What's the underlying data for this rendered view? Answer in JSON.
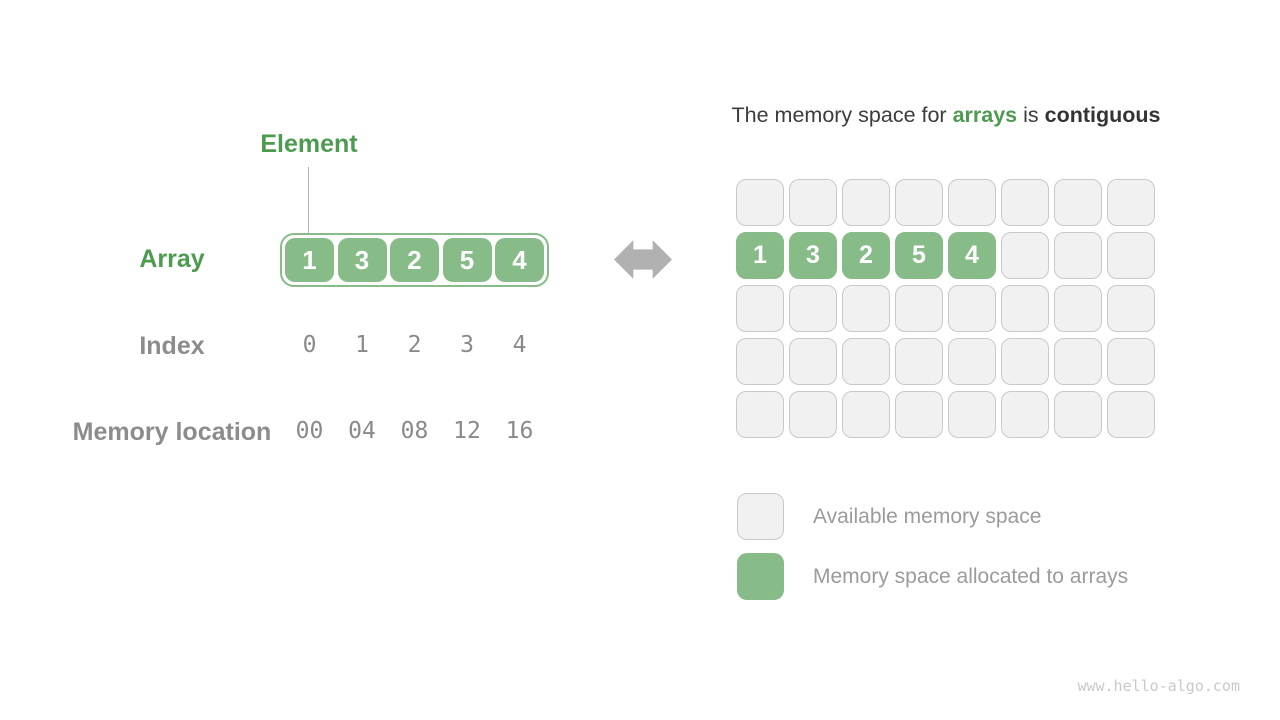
{
  "left_diagram": {
    "element_label": "Element",
    "array_label": "Array",
    "array_values": [
      "1",
      "3",
      "2",
      "5",
      "4"
    ],
    "index_label": "Index",
    "index_values": [
      "0",
      "1",
      "2",
      "3",
      "4"
    ],
    "memory_label": "Memory location",
    "memory_values": [
      "00",
      "04",
      "08",
      "12",
      "16"
    ]
  },
  "right_diagram": {
    "title": {
      "prefix": "The memory space for ",
      "highlight_green": "arrays",
      "middle": " is ",
      "highlight_bold": "contiguous"
    },
    "grid": {
      "columns": 8,
      "rows": 5,
      "allocated_row": 1,
      "allocated_values": [
        "1",
        "3",
        "2",
        "5",
        "4"
      ]
    },
    "legend": [
      {
        "swatch": "available",
        "label": "Available memory space"
      },
      {
        "swatch": "allocated",
        "label": "Memory space allocated to arrays"
      }
    ]
  },
  "watermark": "www.hello-algo.com",
  "colors": {
    "green_text": "#4c9b50",
    "green_cell": "#87bb88",
    "gray_cell_fill": "#f1f1f1",
    "gray_cell_border": "#c9c9c9",
    "gray_label_text": "#8c8c8c",
    "mono_number_text": "#8a8a8a",
    "title_text": "#3c3c3c",
    "legend_text": "#9b9b9b",
    "arrow": "#b1b1b1",
    "watermark_text": "#c9c9c9"
  }
}
